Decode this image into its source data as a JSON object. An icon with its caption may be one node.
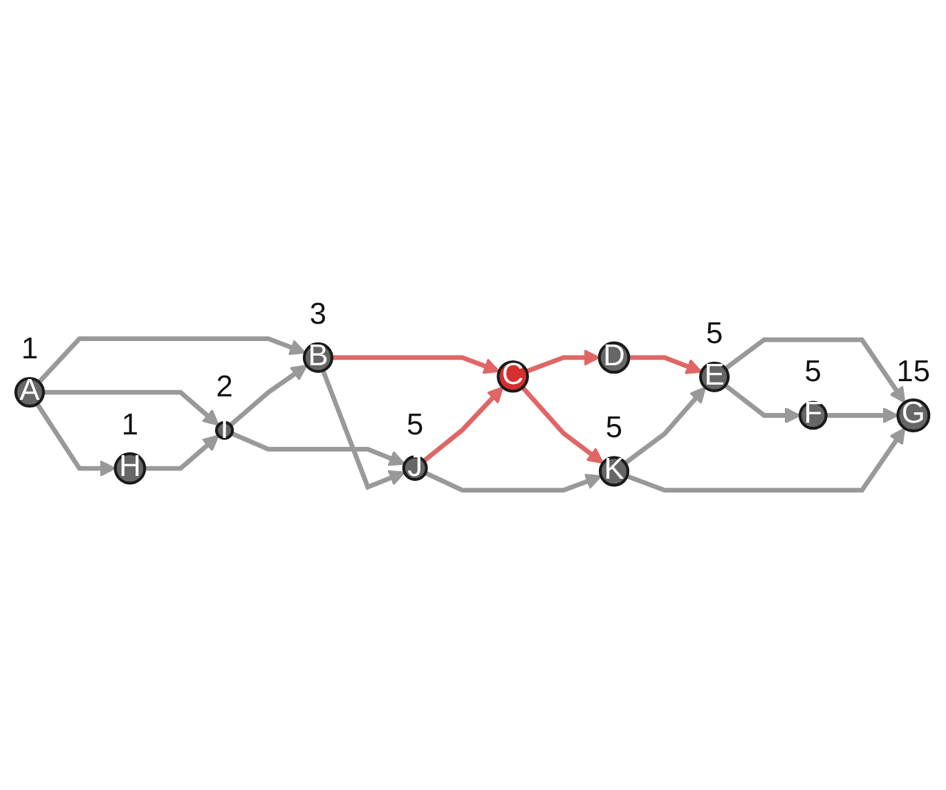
{
  "diagram": {
    "nodes": [
      {
        "text": [
          "A"
        ],
        "beside": [
          "1"
        ]
      },
      {
        "text": [
          "B"
        ],
        "beside": [
          "3"
        ]
      },
      {
        "text": [
          "C"
        ]
      },
      {
        "text": [
          "D"
        ]
      },
      {
        "text": [
          "E"
        ],
        "beside": [
          "5"
        ]
      },
      {
        "text": [
          "F"
        ],
        "beside": [
          "5"
        ]
      },
      {
        "text": [
          "G"
        ],
        "beside": [
          "15"
        ]
      },
      {
        "text": [
          "H"
        ],
        "beside": [
          "1"
        ]
      },
      {
        "text": [
          "I"
        ],
        "beside": [
          "2"
        ]
      },
      {
        "text": [
          "J"
        ],
        "beside": [
          "5"
        ]
      },
      {
        "text": [
          "K"
        ],
        "beside": [
          "5"
        ]
      }
    ],
    "edges": [
      {
        "from": 0,
        "to": 1,
        "arrow": "to"
      },
      {
        "from": 0,
        "to": 7,
        "arrow": "to"
      },
      {
        "from": 0,
        "to": 8,
        "arrow": "to"
      },
      {
        "from": 7,
        "to": 8,
        "arrow": "to"
      },
      {
        "from": 8,
        "to": 1,
        "arrow": "to"
      },
      {
        "from": 8,
        "to": 9,
        "arrow": "to"
      },
      {
        "from": 1,
        "to": 9,
        "arrow": "to"
      },
      {
        "from": 1,
        "to": 2,
        "arrow": "to",
        "color": "#e06666"
      },
      {
        "from": 2,
        "to": 3,
        "arrow": "to",
        "color": "#e06666"
      },
      {
        "from": 3,
        "to": 4,
        "arrow": "to",
        "color": "#e06666"
      },
      {
        "from": 9,
        "to": 2,
        "arrow": "to",
        "color": "#e06666"
      },
      {
        "from": 2,
        "to": 10,
        "arrow": "to",
        "color": "#e06666"
      },
      {
        "from": 9,
        "to": 10,
        "arrow": "to"
      },
      {
        "from": 10,
        "to": 4,
        "arrow": "to"
      },
      {
        "from": 4,
        "to": 5,
        "arrow": "to"
      },
      {
        "from": 4,
        "to": 6,
        "arrow": "to"
      },
      {
        "from": 5,
        "to": 6,
        "arrow": "to"
      },
      {
        "from": 10,
        "to": 6,
        "arrow": "to"
      }
    ]
  }
}
